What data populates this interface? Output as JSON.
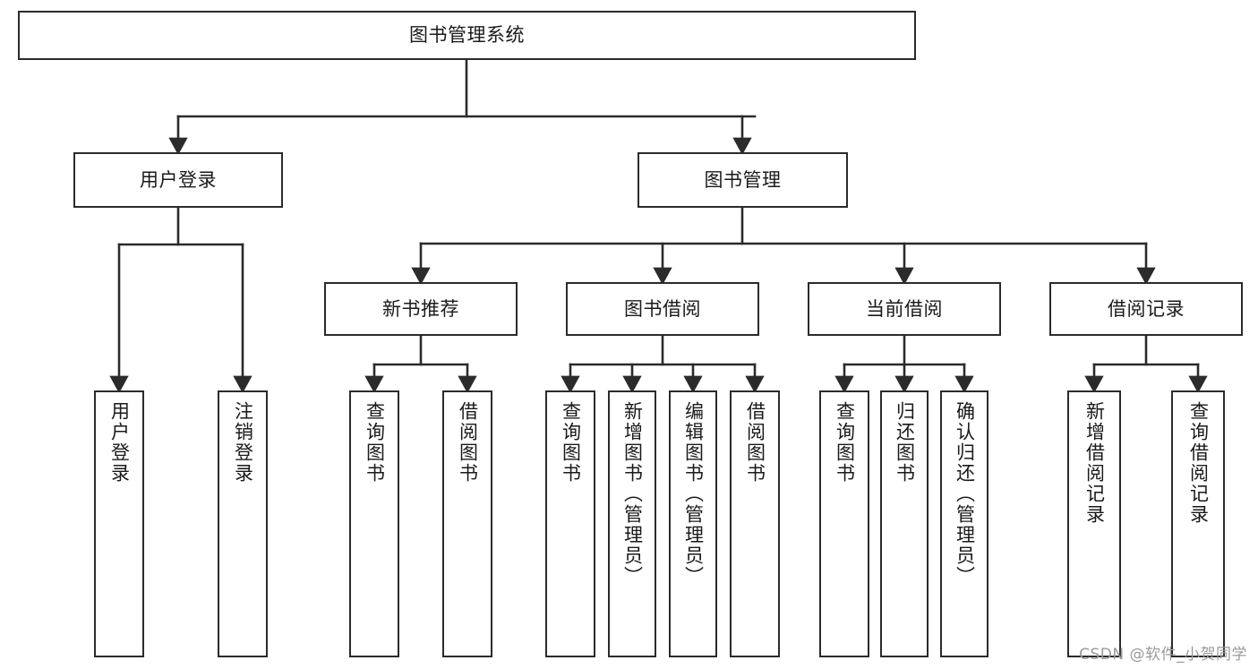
{
  "diagram": {
    "type": "tree-hierarchy",
    "title": "图书管理系统",
    "orientation": "top-down",
    "root": {
      "id": "root",
      "label": "图书管理系统"
    },
    "level2": [
      {
        "id": "user-login",
        "label": "用户登录"
      },
      {
        "id": "book-manage",
        "label": "图书管理"
      }
    ],
    "level3": [
      {
        "id": "new-book-rec",
        "label": "新书推荐",
        "parent": "book-manage"
      },
      {
        "id": "book-borrow",
        "label": "图书借阅",
        "parent": "book-manage"
      },
      {
        "id": "current-borrow",
        "label": "当前借阅",
        "parent": "book-manage"
      },
      {
        "id": "borrow-record",
        "label": "借阅记录",
        "parent": "book-manage"
      }
    ],
    "leaves": {
      "user-login": [
        {
          "id": "leaf-user-login",
          "label": "用户登录"
        },
        {
          "id": "leaf-logout",
          "label": "注销登录"
        }
      ],
      "new-book-rec": [
        {
          "id": "leaf-query-book-1",
          "label": "查询图书"
        },
        {
          "id": "leaf-borrow-book-1",
          "label": "借阅图书"
        }
      ],
      "book-borrow": [
        {
          "id": "leaf-query-book-2",
          "label": "查询图书"
        },
        {
          "id": "leaf-add-book",
          "label": "新增图书（管理员）"
        },
        {
          "id": "leaf-edit-book",
          "label": "编辑图书（管理员）"
        },
        {
          "id": "leaf-borrow-book-2",
          "label": "借阅图书"
        }
      ],
      "current-borrow": [
        {
          "id": "leaf-query-book-3",
          "label": "查询图书"
        },
        {
          "id": "leaf-return-book",
          "label": "归还图书"
        },
        {
          "id": "leaf-confirm-return",
          "label": "确认归还（管理员）"
        }
      ],
      "borrow-record": [
        {
          "id": "leaf-add-record",
          "label": "新增借阅记录"
        },
        {
          "id": "leaf-query-record",
          "label": "查询借阅记录"
        }
      ]
    }
  },
  "watermark": {
    "text": "CSDN @软件_小贺同学"
  },
  "colors": {
    "box_border": "#2b2b2b",
    "box_fill": "#ffffff",
    "connector": "#2b2b2b",
    "text": "#1a1a1a",
    "watermark": "#9a9a9a",
    "background": "#ffffff"
  }
}
